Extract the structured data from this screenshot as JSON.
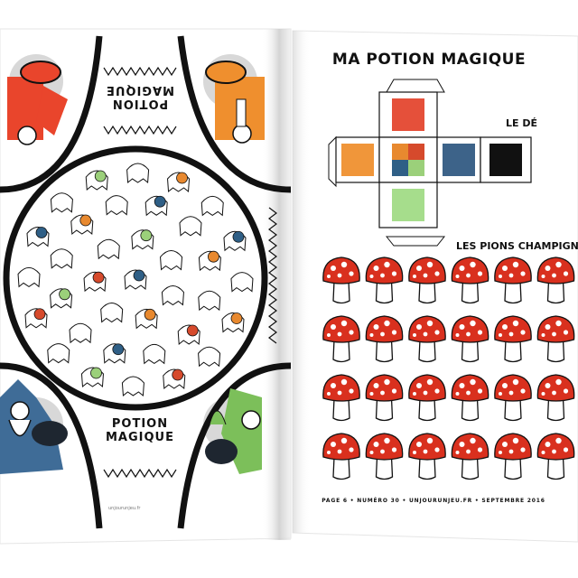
{
  "left_page": {
    "title_top_line1": "POTION",
    "title_top_line2": "MAGIQUE",
    "title_bottom_line1": "POTION",
    "title_bottom_line2": "MAGIQUE",
    "credit": "unjourunjeu.fr",
    "board_colors": {
      "red": "#d64a2c",
      "blue": "#2f5f86",
      "orange": "#e8892f",
      "green": "#9bd07a"
    },
    "characters": [
      {
        "name": "red-witch-with-cauldron",
        "color": "#e9452c"
      },
      {
        "name": "orange-witch-with-cauldron",
        "color": "#ef8f2e"
      },
      {
        "name": "blue-wizard-with-cauldron",
        "color": "#3f6c97"
      },
      {
        "name": "green-witch-with-cauldron",
        "color": "#7cbf5a"
      }
    ]
  },
  "right_page": {
    "title": "MA POTION MAGIQUE",
    "dice_label": "LE DÉ",
    "pawns_label": "LES PIONS CHAMPIGNONS",
    "footer": "PAGE 6 • NUMÉRO 30 • UNJOURUNJEU.FR • SEPTEMBRE 2016",
    "dice_faces": [
      {
        "name": "red-face",
        "color": "#e5503a"
      },
      {
        "name": "orange-face",
        "color": "#f0963a"
      },
      {
        "name": "multicolor-face",
        "color": "multi"
      },
      {
        "name": "blue-face",
        "color": "#3d6389"
      },
      {
        "name": "black-face",
        "color": "#111111"
      },
      {
        "name": "green-face",
        "color": "#a6dd8c"
      }
    ],
    "mushroom_pawns": {
      "rows": 4,
      "columns": 6,
      "cap_color": "#d9301e",
      "spot_color": "#ffffff"
    }
  }
}
